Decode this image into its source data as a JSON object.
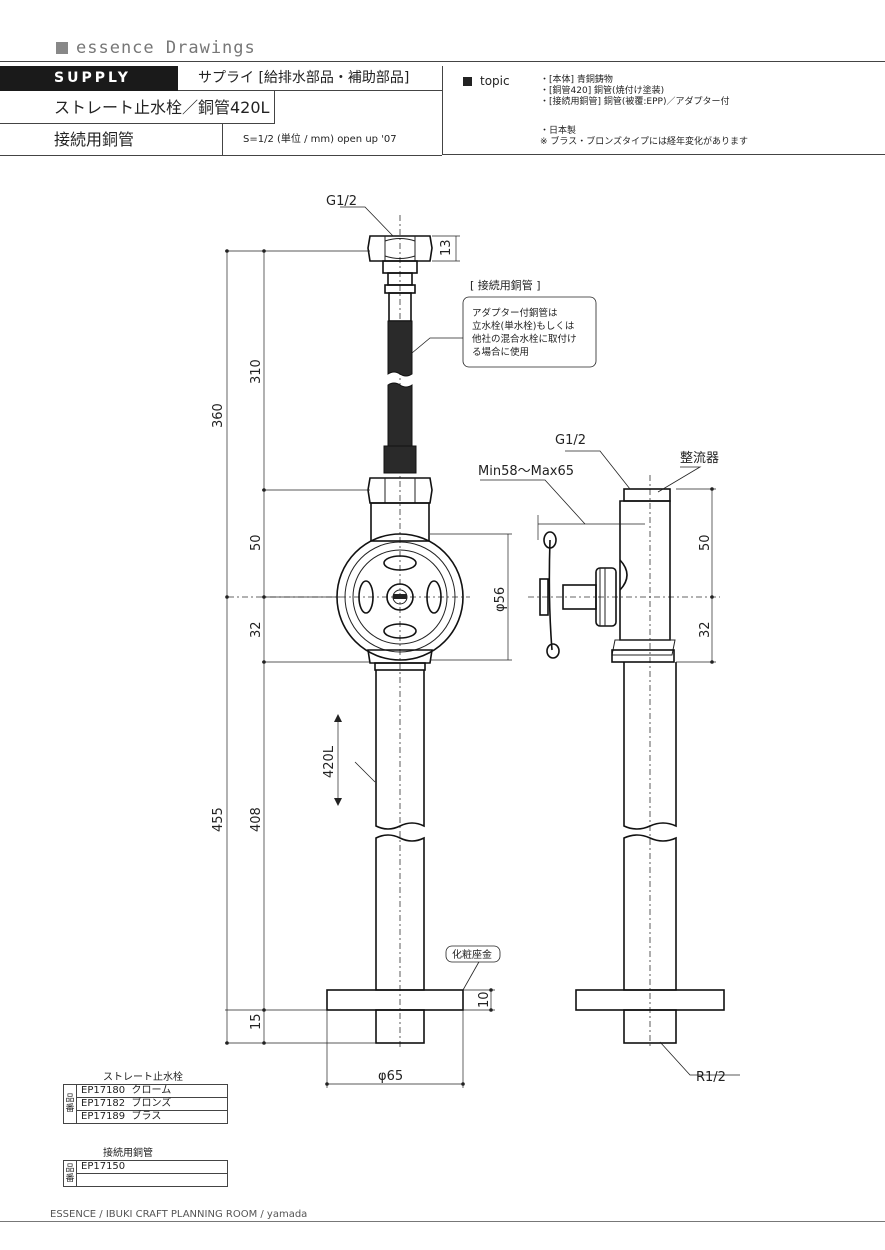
{
  "header": {
    "brand": "essence Drawings",
    "badge": "SUPPLY",
    "category": "サプライ [給排水部品・補助部品]",
    "product": "ストレート止水栓／銅管420L",
    "sub_product": "接続用銅管",
    "scale": "S=1/2 (単位 / mm)   open up '07",
    "topic_label": "topic",
    "topic_notes": [
      "・[本体] 青銅鋳物",
      "・[銅管420] 銅管(焼付け塗装)",
      "・[接続用銅管] 銅管(被覆:EPP)／アダプター付"
    ],
    "origin_notes": [
      "・日本製",
      "※ ブラス・ブロンズタイプには経年変化があります"
    ]
  },
  "drawing": {
    "thread_top": "G1/2",
    "thread_side": "G1/2",
    "aerator": "整流器",
    "reach": "Min58～Max65",
    "pipe_length": "420L",
    "escutcheon": "化粧座金",
    "base_diameter": "φ65",
    "handle_diameter": "φ56",
    "thread_bottom": "R1/2",
    "note_title": "[ 接続用銅管 ]",
    "note_lines": [
      "アダプター付銅管は",
      "立水栓(単水栓)もしくは",
      "他社の混合水栓に取付け",
      "る場合に使用"
    ],
    "dims": {
      "top_nut": "13",
      "upper": "310",
      "total_upper": "360",
      "body_upper": "50",
      "body_lower": "32",
      "pipe": "408",
      "total_lower": "455",
      "base": "15",
      "flange": "10",
      "side_upper": "50",
      "side_lower": "32"
    }
  },
  "parts": {
    "valve_title": "ストレート止水栓",
    "label_vertical": "品番",
    "valve_rows": [
      {
        "code": "EP17180",
        "finish": "クローム"
      },
      {
        "code": "EP17182",
        "finish": "ブロンズ"
      },
      {
        "code": "EP17189",
        "finish": "ブラス"
      }
    ],
    "pipe_title": "接続用銅管",
    "pipe_rows": [
      {
        "code": "EP17150",
        "finish": ""
      }
    ]
  },
  "footer": "ESSENCE / IBUKI CRAFT   PLANNING ROOM / yamada"
}
